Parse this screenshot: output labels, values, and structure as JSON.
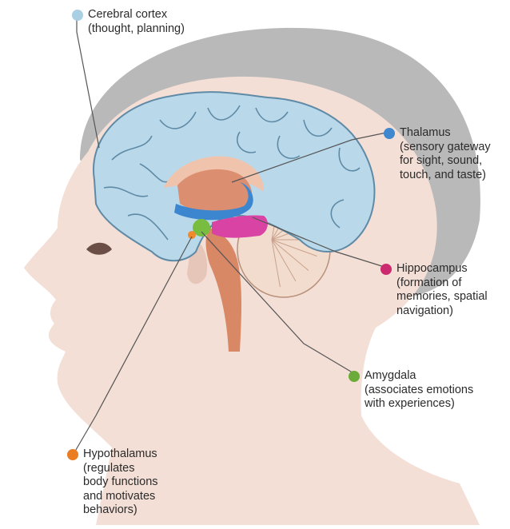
{
  "structures": [
    {
      "id": "cortex",
      "name": "Cerebral cortex",
      "desc": "(thought, planning)",
      "color": "#a9cfe4"
    },
    {
      "id": "thalamus",
      "name": "Thalamus",
      "desc": "(sensory gateway\nfor sight, sound,\ntouch, and taste)",
      "color": "#3f88d0"
    },
    {
      "id": "hippocampus",
      "name": "Hippocampus",
      "desc": "(formation of\nmemories, spatial\nnavigation)",
      "color": "#cc2a6e"
    },
    {
      "id": "amygdala",
      "name": "Amygdala",
      "desc": "(associates emotions\nwith experiences)",
      "color": "#6aab3a"
    },
    {
      "id": "hypothalamus",
      "name": "Hypothalamus",
      "desc": "(regulates\nbody functions\nand motivates\nbehaviors)",
      "color": "#ea7c22"
    }
  ],
  "colors": {
    "skin": "#f3dfd6",
    "skin_shadow": "#e6c6b8",
    "hair": "#b9b9b9",
    "cortex": "#b9d9ea",
    "cortex_outline": "#5f8aa6",
    "cerebellum": "#f2dccd",
    "brainstem": "#d98866",
    "thalamus_body": "#dc8e70",
    "blue_region": "#3c86cf",
    "hippocampus": "#d943a3",
    "amygdala": "#78bd40",
    "leader": "#555555"
  }
}
